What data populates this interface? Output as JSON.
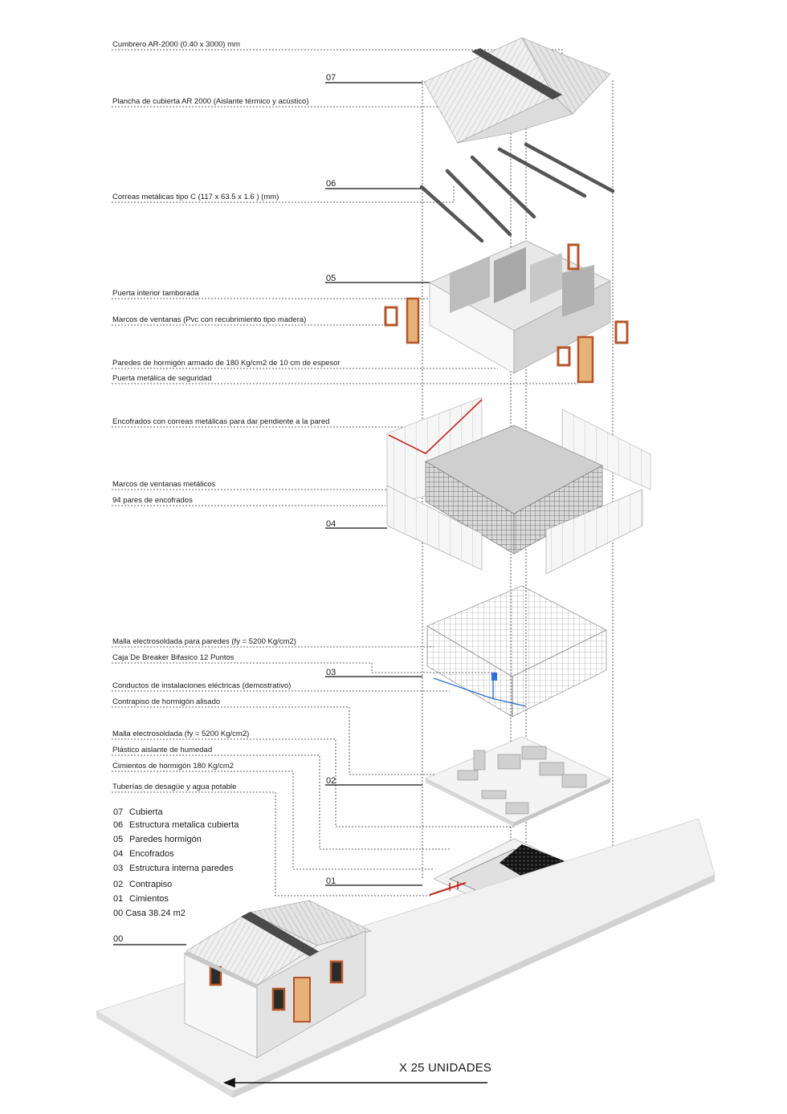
{
  "annotations": [
    {
      "id": "cumbrero",
      "text": "Cumbrero AR-2000 (0.40 x 3000) mm"
    },
    {
      "id": "plancha",
      "text": "Plancha de cubierta AR 2000 (Aislante térmico y acústico)"
    },
    {
      "id": "correas",
      "text": "Correas metálicas tipo C (117 x 63.5 x 1.6 ) (mm)"
    },
    {
      "id": "puerta-int",
      "text": "Puerta interior tamborada"
    },
    {
      "id": "marcos-pvc",
      "text": "Marcos de ventanas (Pvc con recubrimiento tipo madera)"
    },
    {
      "id": "paredes",
      "text": "Paredes de hormigón armado de 180 Kg/cm2 de 10 cm de espesor"
    },
    {
      "id": "puerta-met",
      "text": "Puerta metálica de seguridad"
    },
    {
      "id": "encofrados-correas",
      "text": "Encofrados con correas metálicas para dar pendiente a la pared"
    },
    {
      "id": "marcos-met",
      "text": "Marcos de ventanas metálicos"
    },
    {
      "id": "pares",
      "text": "94 pares de encofrados"
    },
    {
      "id": "malla-paredes",
      "text": "Malla electrosoldada para paredes (fy = 5200 Kg/cm2)"
    },
    {
      "id": "caja",
      "text": "Caja De Breaker Bifasico 12 Puntos"
    },
    {
      "id": "conductos",
      "text": "Conductos de instalaciones eléctricas (demostrativo)"
    },
    {
      "id": "contrapiso",
      "text": "Contrapiso de hormigón alisado"
    },
    {
      "id": "malla",
      "text": "Malla electrosoldada (fy = 5200 Kg/cm2)"
    },
    {
      "id": "plastico",
      "text": "Plástico aislante de humedad"
    },
    {
      "id": "cimientos",
      "text": "Cimientos de hormigón  180 Kg/cm2"
    },
    {
      "id": "tuberias",
      "text": "Tuberías de desagüe y agua potable"
    }
  ],
  "layer_numbers": [
    "07",
    "06",
    "05",
    "04",
    "03",
    "02",
    "01",
    "00"
  ],
  "legend": [
    {
      "num": "07",
      "label": "Cubierta"
    },
    {
      "num": "06",
      "label": "Estructura metalica cubierta"
    },
    {
      "num": "05",
      "label": "Paredes hormigón"
    },
    {
      "num": "04",
      "label": "Encofrados"
    },
    {
      "num": "03",
      "label": "Estructura interna paredes"
    },
    {
      "num": "02",
      "label": "Contrapiso"
    },
    {
      "num": "01",
      "label": "Cimientos"
    }
  ],
  "legend_house": "00 Casa 38.24 m2",
  "units_caption": "X 25 UNIDADES",
  "colors": {
    "wood": "#b5552a",
    "door": "#e6b27a",
    "red": "#c0271f",
    "blue": "#2f6fd6",
    "roof": "#e2e2e2",
    "ridge": "#4a4a4a"
  }
}
